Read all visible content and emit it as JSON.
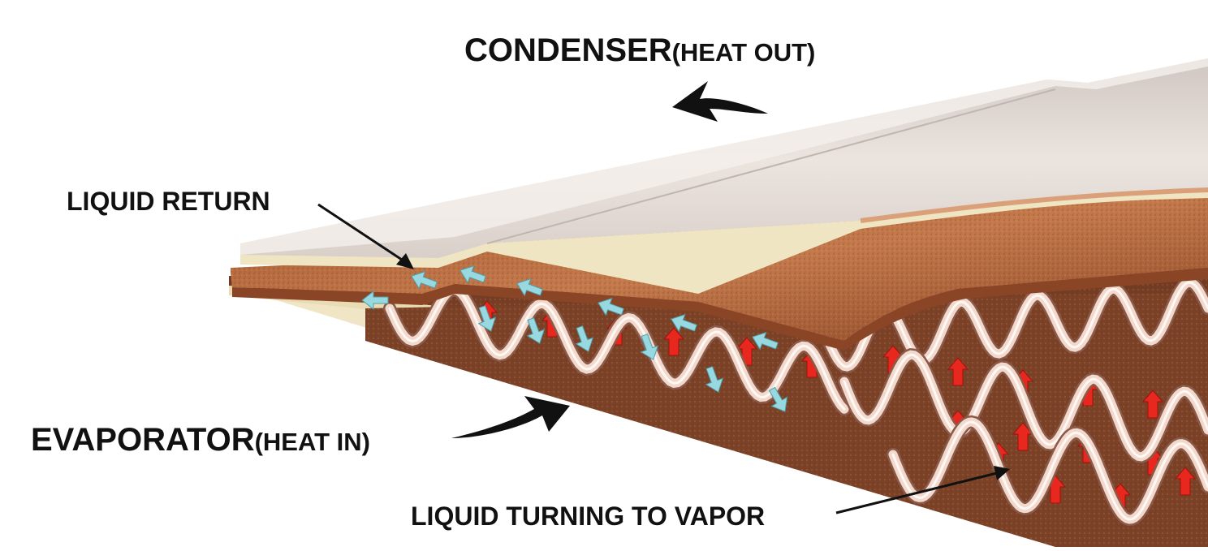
{
  "labels": {
    "condenser_main": "CONDENSER",
    "condenser_sub": "(HEAT OUT)",
    "evaporator_main": "EVAPORATOR",
    "evaporator_sub": "(HEAT IN)",
    "liquid_return": "LIQUID RETURN",
    "liquid_vapor": "LIQUID TURNING TO VAPOR"
  },
  "colors": {
    "top_plate": "#e6ded9",
    "wick": "#b8693f",
    "wick_dark": "#7a3d22",
    "base_plate": "#f1e7c9",
    "coil": "#e9c9b8",
    "vapor_arrow": "#e8281e",
    "liquid_arrow": "#8fd3dc",
    "heat_arrow": "#0d0d0d"
  }
}
